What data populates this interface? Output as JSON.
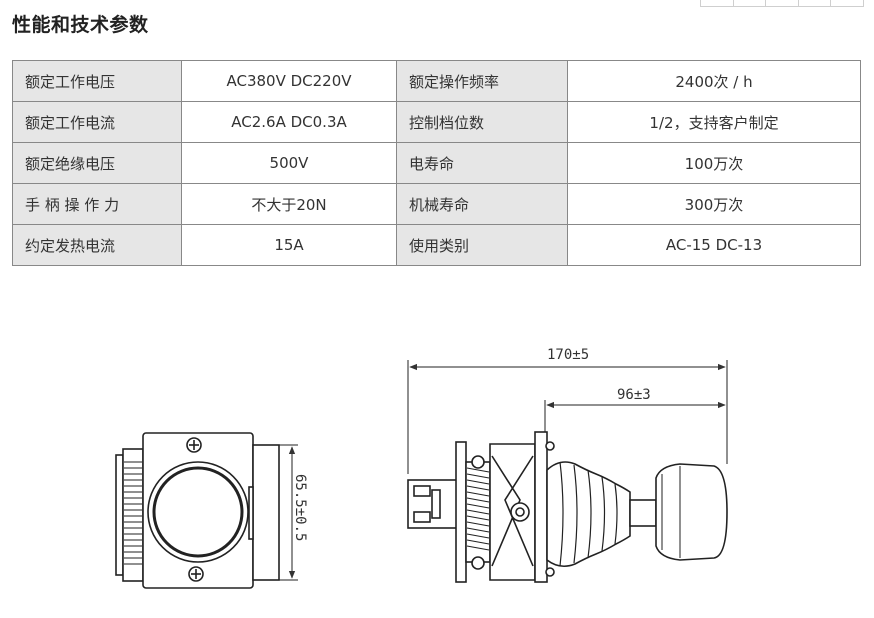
{
  "page_title": "性能和技术参数",
  "spec_rows": [
    {
      "label1": "额定工作电压",
      "value1": "AC380V  DC220V",
      "label2": "额定操作频率",
      "value2": "2400次 / h"
    },
    {
      "label1": "额定工作电流",
      "value1": "AC2.6A  DC0.3A",
      "label2": "控制档位数",
      "value2": "1/2，支持客户制定"
    },
    {
      "label1": "额定绝缘电压",
      "value1": "500V",
      "label2": "电寿命",
      "value2": "100万次"
    },
    {
      "label1": "手 柄 操 作 力",
      "value1": "不大于20N",
      "label2": "机械寿命",
      "value2": "300万次"
    },
    {
      "label1": "约定发热电流",
      "value1": "15A",
      "label2": "使用类别",
      "value2": "AC-15  DC-13"
    }
  ],
  "dimensions": {
    "overall_length": "170±5",
    "handle_length": "96±3",
    "front_width": "65.5±0.5"
  }
}
